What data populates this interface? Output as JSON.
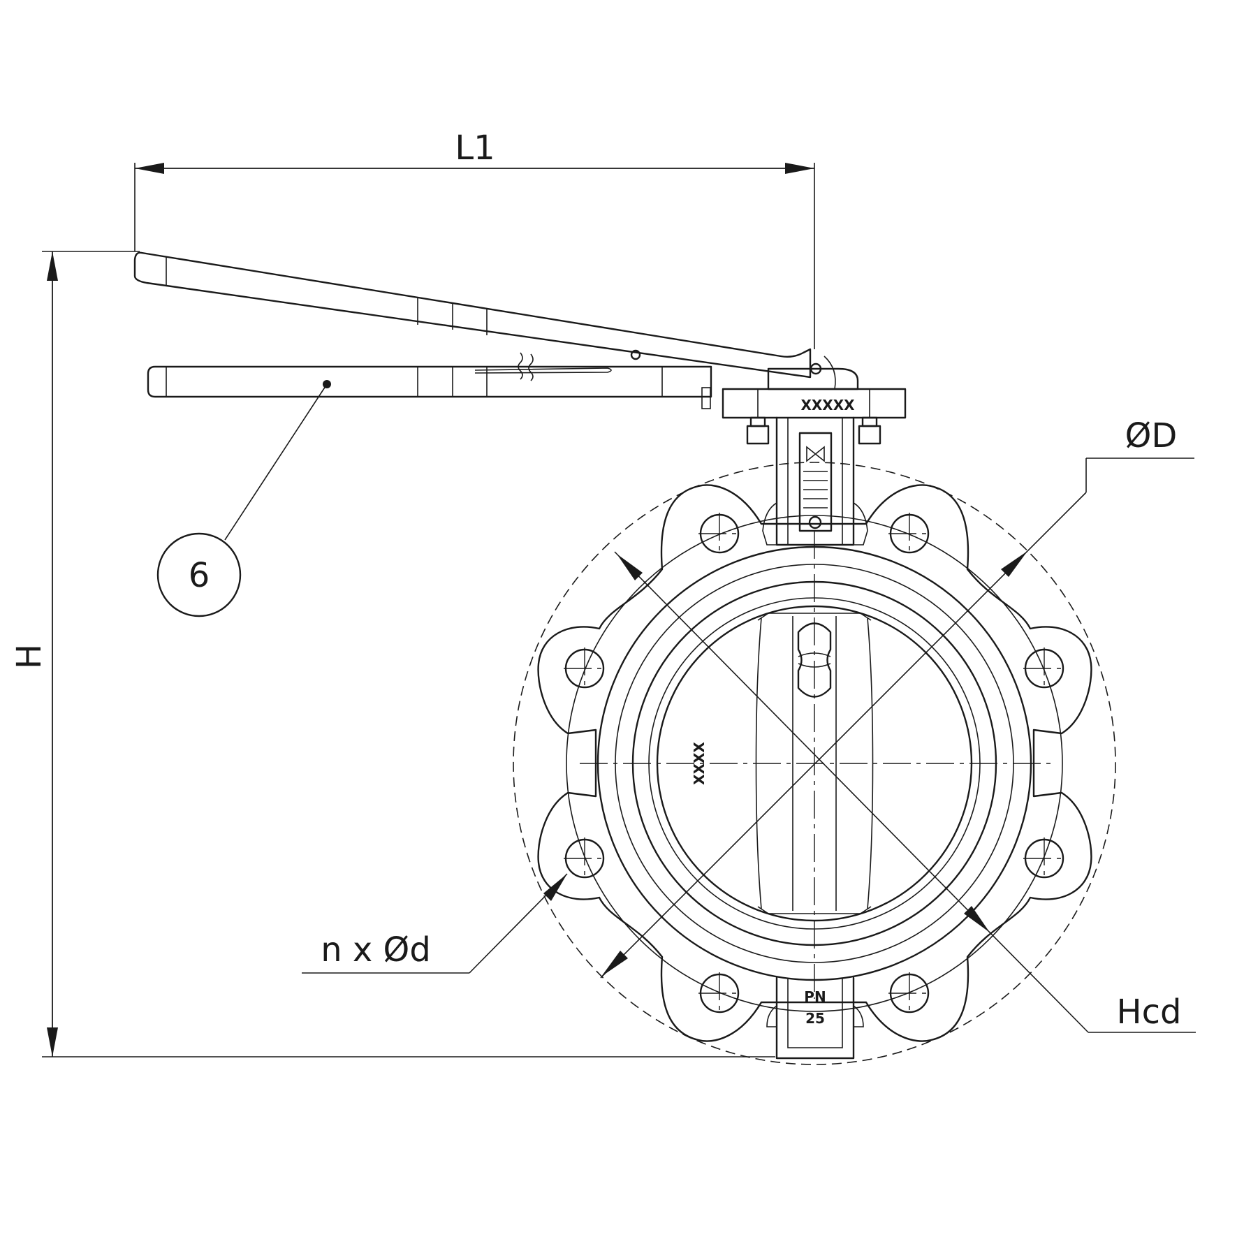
{
  "labels": {
    "l1": "L1",
    "h": "H",
    "od": "ØD",
    "hcd": "Hcd",
    "bolt": "n x Ød",
    "part": "6"
  },
  "markings": {
    "body": "XXXX",
    "top_flange": "XXXXX",
    "pressure_line1": "PN",
    "pressure_line2": "25"
  }
}
